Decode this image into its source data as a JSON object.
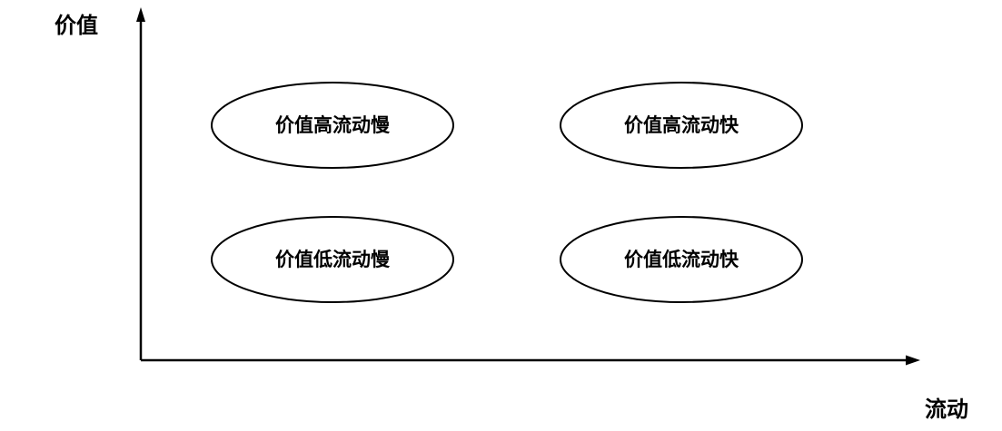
{
  "axes": {
    "y_label": "价值",
    "x_label": "流动"
  },
  "quadrants": {
    "top_left": "价值高流动慢",
    "top_right": "价值高流动快",
    "bottom_left": "价值低流动慢",
    "bottom_right": "价值低流动快"
  }
}
